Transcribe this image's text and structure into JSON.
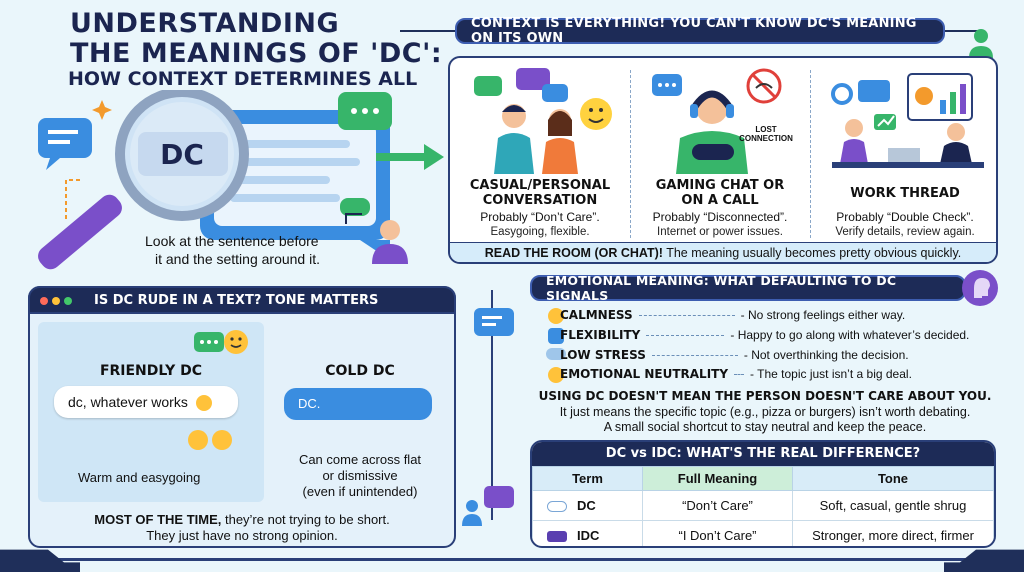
{
  "title": {
    "line1": "UNDERSTANDING",
    "line2": "THE MEANINGS OF 'DC':",
    "line3": "HOW CONTEXT DETERMINES ALL"
  },
  "magnifier": {
    "label": "DC",
    "caption_line1": "Look at the sentence before",
    "caption_line2": "it and the setting around it."
  },
  "context": {
    "header": "CONTEXT IS EVERYTHING! YOU CAN'T KNOW DC'S MEANING ON ITS OWN",
    "cards": [
      {
        "title_line1": "CASUAL/PERSONAL",
        "title_line2": "CONVERSATION",
        "meaning": "Probably “Don’t Care”.",
        "detail": "Easygoing, flexible."
      },
      {
        "title_line1": "GAMING CHAT OR",
        "title_line2": "ON A CALL",
        "meaning": "Probably “Disconnected”.",
        "detail": "Internet or power issues.",
        "badge_line1": "LOST",
        "badge_line2": "CONNECTION"
      },
      {
        "title_line1": "WORK THREAD",
        "title_line2": "",
        "meaning": "Probably “Double Check”.",
        "detail": "Verify details, review again."
      }
    ],
    "footer_bold": "READ THE ROOM (OR CHAT)!",
    "footer_rest": " The meaning usually becomes pretty obvious quickly."
  },
  "tone": {
    "header": "IS DC RUDE IN A TEXT? TONE MATTERS",
    "friendly": {
      "title": "FRIENDLY DC",
      "message": "dc, whatever works",
      "caption": "Warm and easygoing"
    },
    "cold": {
      "title": "COLD DC",
      "message": "DC.",
      "caption_line1": "Can come across flat",
      "caption_line2": "or dismissive",
      "caption_line3": "(even if unintended)"
    },
    "footer_bold": "MOST OF THE TIME,",
    "footer_rest": " they’re not trying to be short.",
    "footer_line2": "They just have no strong opinion."
  },
  "emotional": {
    "header": "EMOTIONAL MEANING: WHAT DEFAULTING TO DC SIGNALS",
    "rows": [
      {
        "label": "CALMNESS",
        "desc": "- No strong feelings either way."
      },
      {
        "label": "FLEXIBILITY",
        "desc": "- Happy to go along with whatever’s decided."
      },
      {
        "label": "LOW STRESS",
        "desc": "- Not overthinking the decision."
      },
      {
        "label": "EMOTIONAL NEUTRALITY",
        "desc": "- The topic just isn’t a big deal."
      }
    ],
    "note_bold": "USING DC DOESN'T MEAN THE PERSON DOESN'T CARE ABOUT YOU.",
    "note_line2": "It just means the specific topic (e.g., pizza or burgers) isn’t worth debating.",
    "note_line3": "A small social shortcut to stay neutral and keep the peace."
  },
  "comparison": {
    "header": "DC vs IDC: WHAT'S THE REAL DIFFERENCE?",
    "columns": [
      "Term",
      "Full Meaning",
      "Tone"
    ],
    "rows": [
      {
        "term": "DC",
        "meaning": "“Don’t Care”",
        "tone": "Soft, casual, gentle shrug"
      },
      {
        "term": "IDC",
        "meaning": "“I Don’t Care”",
        "tone": "Stronger, more direct, firmer"
      }
    ]
  },
  "colors": {
    "navy": "#1d2b57",
    "blue": "#3a8de0",
    "green": "#37b56a",
    "purple": "#7a4fc9"
  }
}
